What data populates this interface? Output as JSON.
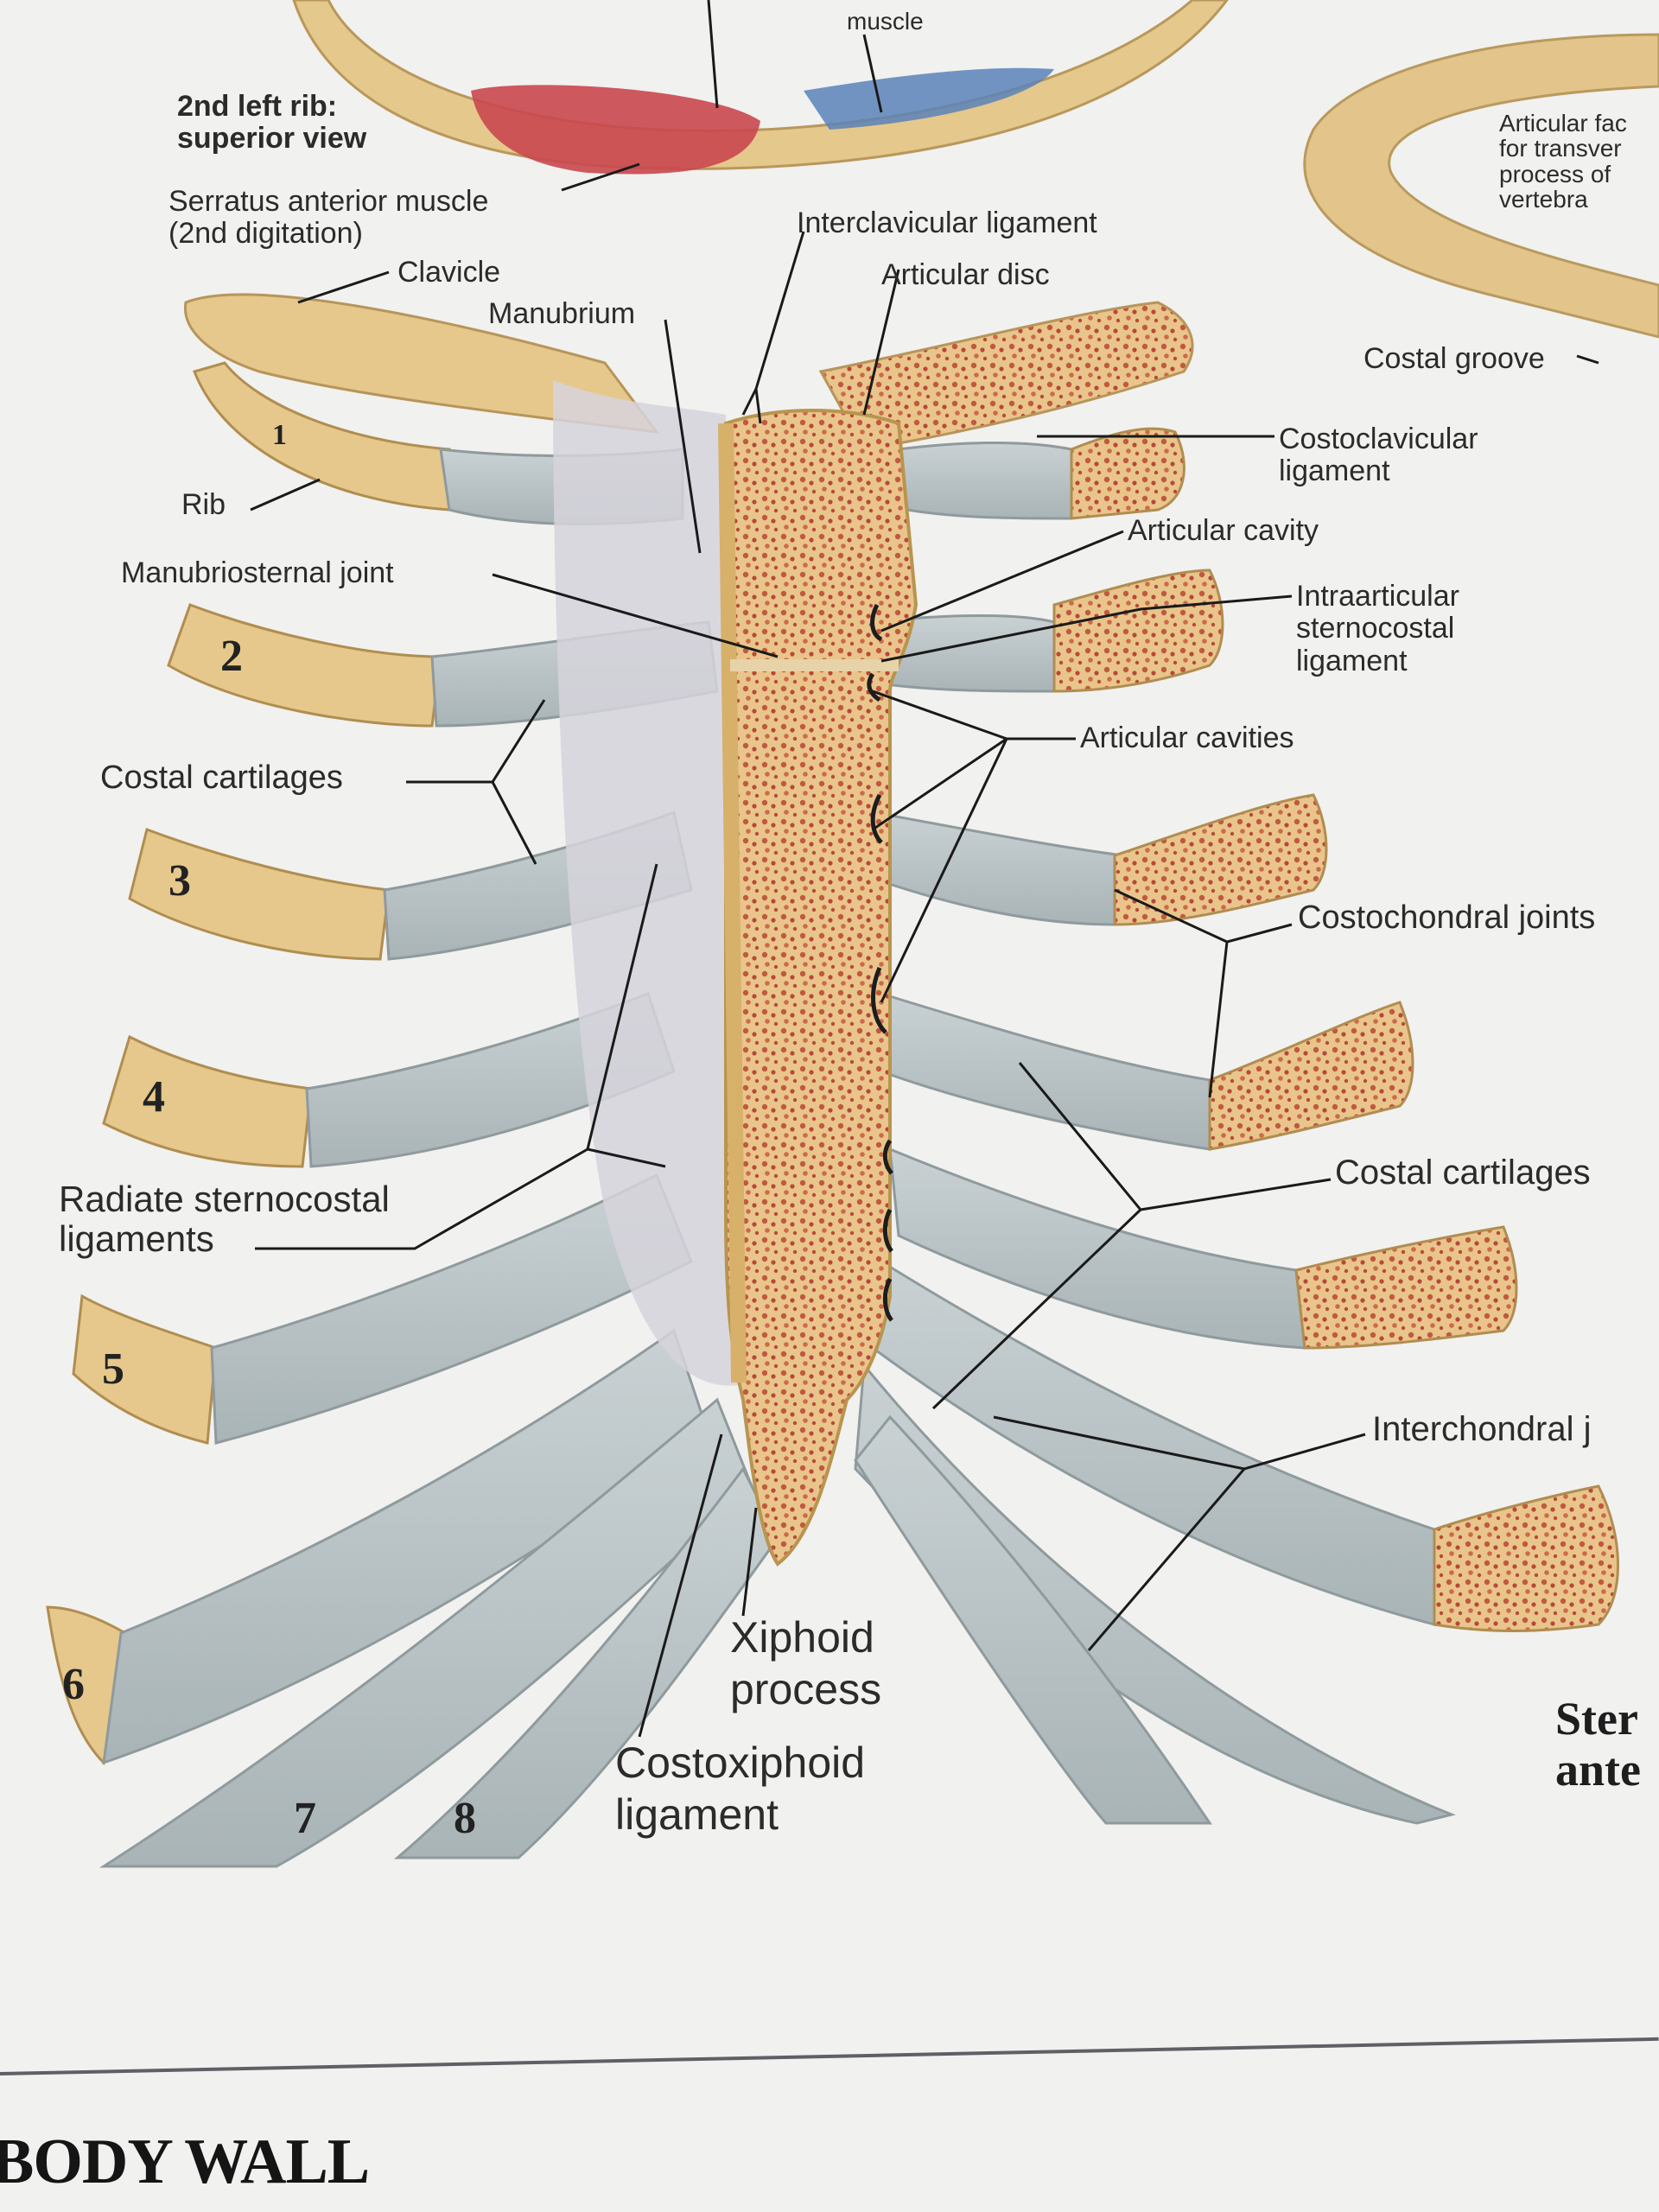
{
  "labels": {
    "scalene_muscle": "muscle",
    "rib2_view_line1": "2nd left rib:",
    "rib2_view_line2": "superior view",
    "serratus_line1": "Serratus anterior muscle",
    "serratus_line2": "(2nd digitation)",
    "articular_facet_line1": "Articular fac",
    "articular_facet_line2": "for transver",
    "articular_facet_line3": "process of",
    "articular_facet_line4": "vertebra",
    "interclavicular": "Interclavicular ligament",
    "clavicle": "Clavicle",
    "manubrium": "Manubrium",
    "articular_disc": "Articular disc",
    "costal_groove": "Costal groove",
    "costoclavicular_line1": "Costoclavicular",
    "costoclavicular_line2": "ligament",
    "rib": "Rib",
    "articular_cavity": "Articular cavity",
    "manubriosternal": "Manubriosternal joint",
    "intraarticular_line1": "Intraarticular",
    "intraarticular_line2": "sternocostal",
    "intraarticular_line3": "ligament",
    "articular_cavities": "Articular cavities",
    "costal_cartilages_left": "Costal cartilages",
    "costochondral": "Costochondral joints",
    "radiate_line1": "Radiate sternocostal",
    "radiate_line2": "ligaments",
    "costal_cartilages_right": "Costal cartilages",
    "interchondral": "Interchondral j",
    "xiphoid_line1": "Xiphoid",
    "xiphoid_line2": "process",
    "costoxiphoid_line1": "Costoxiphoid",
    "costoxiphoid_line2": "ligament",
    "plate_title_line1": "Ster",
    "plate_title_line2": "ante",
    "footer": "BODY WALL"
  },
  "rib_numbers": [
    "1",
    "2",
    "3",
    "4",
    "5",
    "6",
    "7",
    "8"
  ],
  "colors": {
    "bone": "#e7c98f",
    "cartilage": "#b9c3c5",
    "marrow": "#c0593f",
    "muscle_red": "#c9474e",
    "muscle_blue": "#5b82b8",
    "paper": "#f1f1ef"
  }
}
